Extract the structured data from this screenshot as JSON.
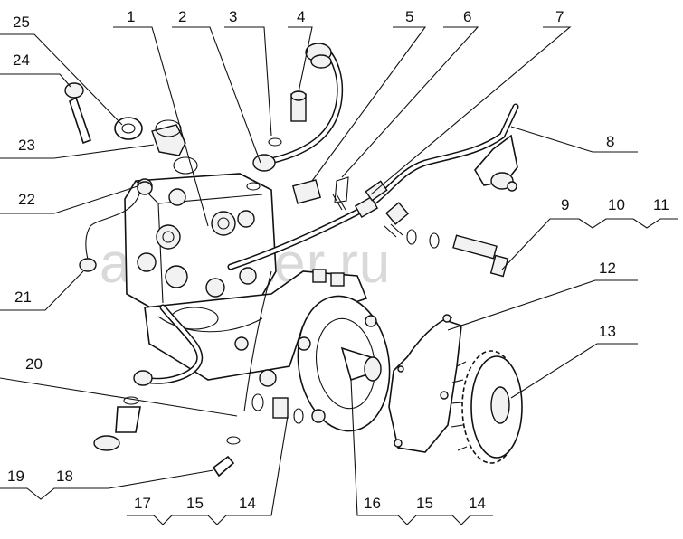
{
  "watermark": "autopiter.ru",
  "labels": {
    "l1": "1",
    "l2": "2",
    "l3": "3",
    "l4": "4",
    "l5": "5",
    "l6": "6",
    "l7": "7",
    "l8": "8",
    "l9": "9",
    "l10": "10",
    "l11": "11",
    "l12": "12",
    "l13": "13",
    "l14a": "14",
    "l14b": "14",
    "l15a": "15",
    "l15b": "15",
    "l16": "16",
    "l17": "17",
    "l18": "18",
    "l19": "19",
    "l20": "20",
    "l21": "21",
    "l22": "22",
    "l23": "23",
    "l24": "24",
    "l25": "25"
  }
}
